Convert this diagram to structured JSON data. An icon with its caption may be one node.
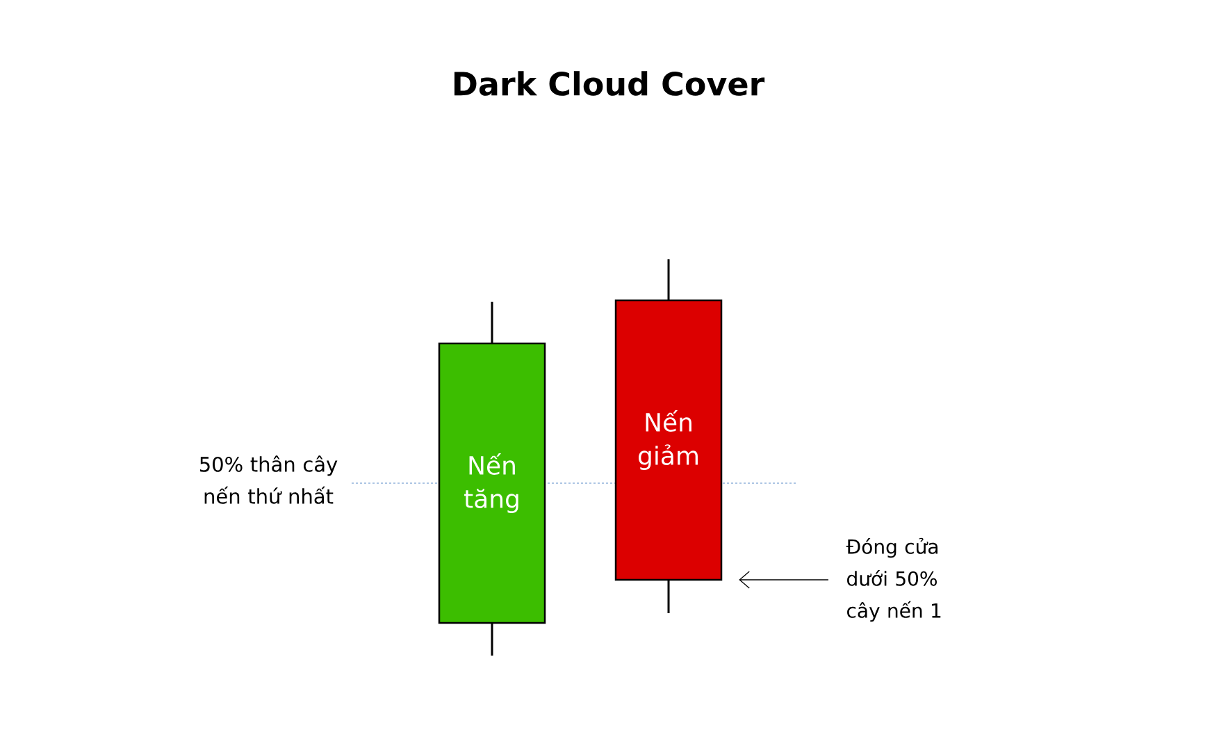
{
  "diagram": {
    "title": "Dark Cloud Cover",
    "nodes": [
      {
        "text": [
          "Nến tăng"
        ]
      },
      {
        "text": [
          "Nến giảm"
        ]
      },
      {
        "text": [
          "50% thân cây nến thứ nhất"
        ]
      },
      {
        "text": [
          "Đóng cửa dưới 50% cây nến 1"
        ]
      }
    ],
    "edges": [
      {
        "from": 3,
        "to": 1,
        "arrow": "to"
      }
    ]
  }
}
